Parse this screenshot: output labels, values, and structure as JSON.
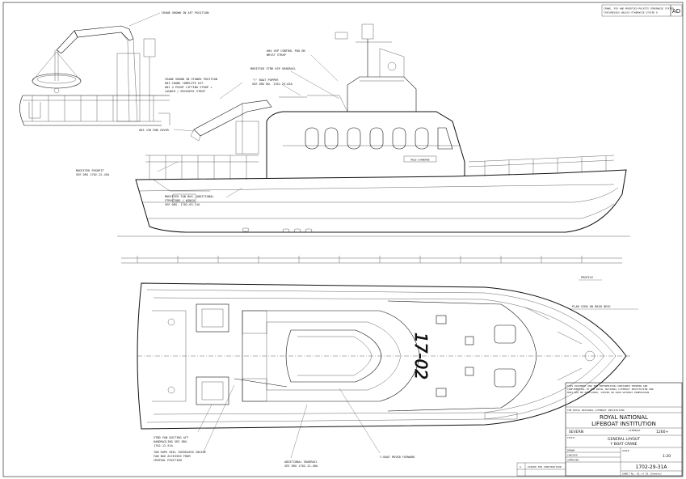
{
  "revision_note": {
    "line1": "CRANE, PIV AND MODIFIED PULPITS OTHERWISE STATED",
    "line2": "THICKNESSES UNLESS OTHERWISE STATED 6"
  },
  "revision_code": "AD",
  "views": {
    "profile": "PROFILE",
    "plan": "PLAN VIEW ON MAIN DECK"
  },
  "callouts": {
    "crane_aft": "CRANE SHOWN IN AFT POSITION",
    "sea_usp": [
      "004 USP CONTROL PAD ON",
      "WRIST STRAP"
    ],
    "modified_grabrail": "MODIFIED STBD USP GRABRAIL",
    "crane_stowed": [
      "CRANE SHOWN IN STOWED POSITION",
      "003 CRANE COMPLETE KIT",
      "002 4 POINT LIFTING STROP +",
      "LAUNCH / RECOVERY STROP"
    ],
    "y_boat_popper": [
      "'Y' BOAT POPPER",
      "SEE DRG NO. 1702-29-03A"
    ],
    "jib_end_cover": "003 JIB END COVER",
    "modified_pushpit": [
      "MODIFIED PUSHPIT",
      "SEE DRG 1702-12-45A"
    ],
    "fan_box": [
      "MODIFIED FAN BOX. ADDITIONAL",
      "STRUCTURE / WINCH",
      "SEE DRG. 1702-03-31A"
    ],
    "stbd_fan_ducting": [
      "STBD FAN DUCTING AFT",
      "HANDRAILING SEE DRG",
      "1702-12-51A"
    ],
    "tow_rope_reel": [
      "TOW ROPE REEL INCREASED INSIDE",
      "FAN BOX ACCESSED FROM",
      "CENTRAL POSITION"
    ],
    "additional_grabrail": [
      "ADDITIONAL GRABRAIL",
      "SEE DRG 1702-12-40A"
    ],
    "y_boat_moved": "Y-BOAT MOVED FORWARD"
  },
  "hull_marks": {
    "bow_number": "17-02",
    "name_plate": "RNLB SAMBORNE"
  },
  "title_block": {
    "notice": [
      "THIS DOCUMENT AND THE INFORMATION CONTAINED THEREIN ARE",
      "CONFIDENTIAL TO THE ROYAL NATIONAL LIFEBOAT INSTITUTION AND",
      "MUST NOT BE DISCLOSED, COPIED OR USED WITHOUT PERMISSION"
    ],
    "copyright": "THE ROYAL NATIONAL LIFEBOAT INSTITUTION",
    "org_line1": "ROYAL NATIONAL",
    "org_line2": "LIFEBOAT INSTITUTION",
    "boat_class": "SEVERN",
    "lifeboat_label": "LIFEBOAT",
    "lifeboat_num": "1260+",
    "title_label": "TITLE",
    "title_line1": "GENERAL LAYOUT",
    "title_line2": "Y BOAT CRANE",
    "drawn_label": "DRAWN",
    "checked_label": "CHECKED",
    "approved_label": "APPROVED",
    "scale_label": "SCALE",
    "scale": "1:20",
    "drawing_no": "1702-29-31A",
    "sheet": "SHEET No. 01 of 01 [Sheets]",
    "revision_desc": "ISSUED FOR CONSTRUCTION",
    "revision_letter": "A"
  }
}
